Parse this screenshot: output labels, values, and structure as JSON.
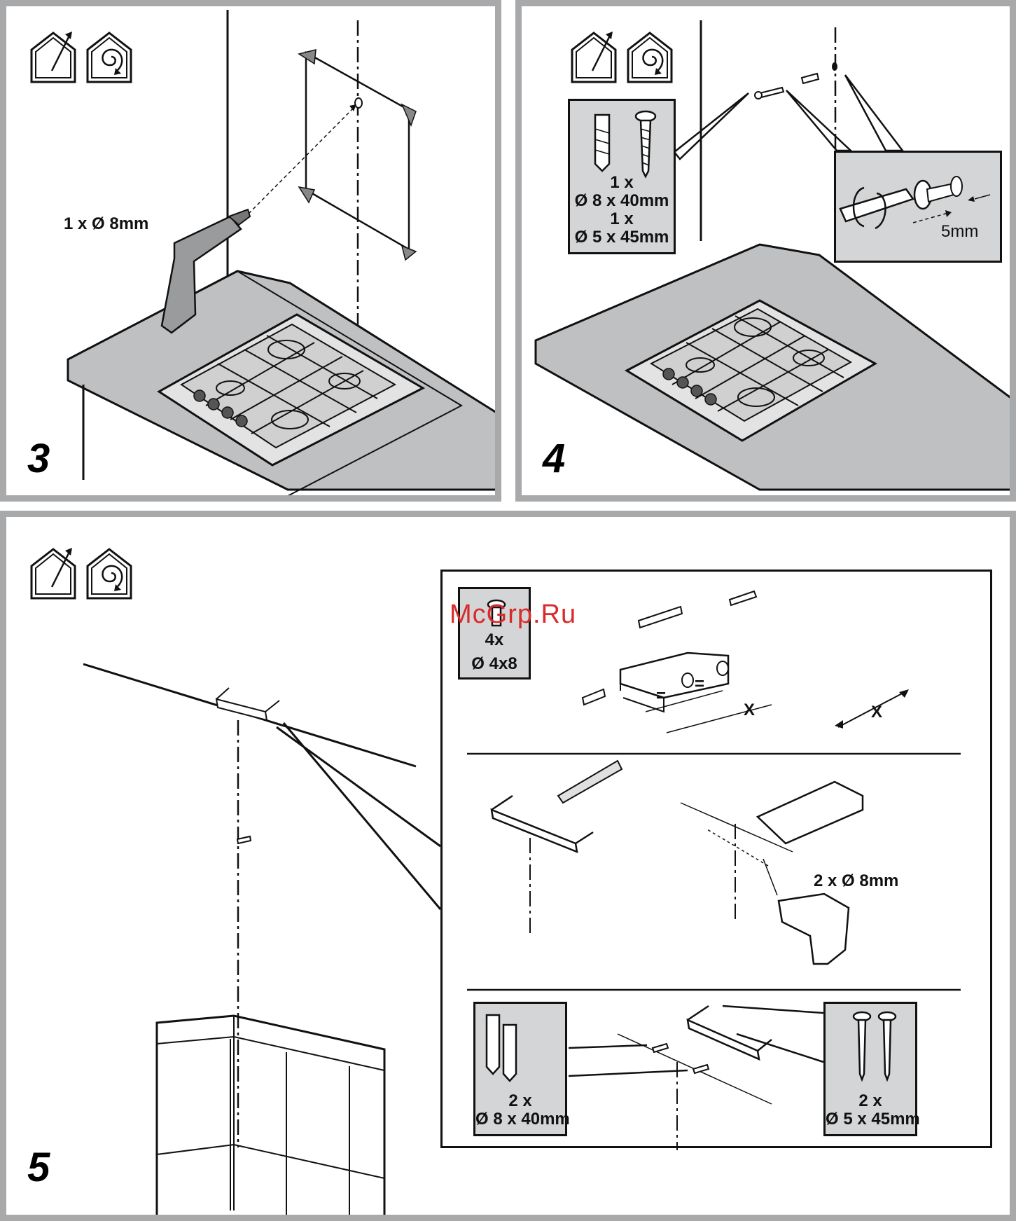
{
  "steps": [
    {
      "number": "3",
      "drill_label": "1 x Ø 8mm"
    },
    {
      "number": "4",
      "kit_qty_1": "1 x",
      "kit_size_1": "Ø 8 x 40mm",
      "kit_qty_2": "1 x",
      "kit_size_2": "Ø 5 x 45mm",
      "gap_label": "5mm"
    },
    {
      "number": "5",
      "screws_qty": "4x",
      "screws_size": "Ø 4x8",
      "equal_mark": "=",
      "x_mark": "X",
      "drill_label": "2 x Ø 8mm",
      "plugs_qty": "2 x",
      "plugs_size": "Ø 8 x 40mm",
      "long_screws_qty": "2 x",
      "long_screws_size": "Ø 5 x 45mm"
    }
  ],
  "watermark": "McGrp.Ru",
  "mode_icons": [
    "ducted-extraction-icon",
    "recirculation-icon"
  ]
}
